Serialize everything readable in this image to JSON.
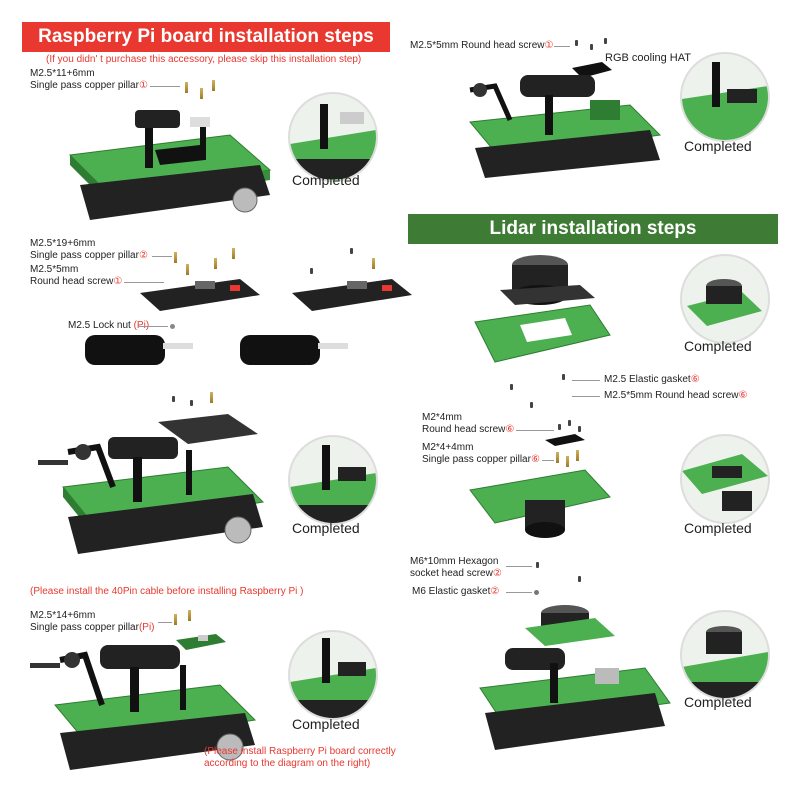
{
  "colors": {
    "red_banner": "#e8382f",
    "green_banner": "#3e7b34",
    "board_green": "#4caf50",
    "chassis": "#222222"
  },
  "pi_section": {
    "title": "Raspberry Pi board installation steps",
    "skip_note": "(If you didn' t purchase this accessory, please skip this installation step)",
    "step1": {
      "item_name": "M2.5*11+6mm",
      "item_desc": "Single pass copper pillar",
      "item_num": "①"
    },
    "step2": {
      "pillar_name": "M2.5*19+6mm",
      "pillar_desc": "Single pass copper pillar",
      "pillar_num": "②",
      "screw_name": "M2.5*5mm",
      "screw_desc": "Round head screw",
      "screw_num": "①",
      "nut_desc": "M2.5 Lock nut",
      "nut_num": "(Pi)"
    },
    "cable_note": "(Please install the 40Pin cable before installing Raspberry Pi )",
    "step4": {
      "item_name": "M2.5*14+6mm",
      "item_desc": "Single pass copper pillar",
      "item_num": "(Pi)"
    },
    "correct_note_1": "(Please install Raspberry Pi board correctly",
    "correct_note_2": "according to the diagram on the right)"
  },
  "hat_section": {
    "screw_desc": "M2.5*5mm Round head screw",
    "screw_num": "①",
    "hat_label": "RGB cooling HAT"
  },
  "lidar_section": {
    "title": "Lidar installation steps",
    "gasket_desc": "M2.5 Elastic gasket",
    "gasket_num": "⑥",
    "screw_desc": "M2.5*5mm Round head screw",
    "screw_num": "⑥",
    "m2screw_name": "M2*4mm",
    "m2screw_desc": "Round head screw",
    "m2screw_num": "⑥",
    "m2pillar_name": "M2*4+4mm",
    "m2pillar_desc": "Single pass copper pillar",
    "m2pillar_num": "⑥",
    "hex_name": "M6*10mm Hexagon",
    "hex_desc": "socket head screw",
    "hex_num": "②",
    "m6gasket_desc": "M6 Elastic gasket",
    "m6gasket_num": "②"
  },
  "completed_label": "Completed"
}
